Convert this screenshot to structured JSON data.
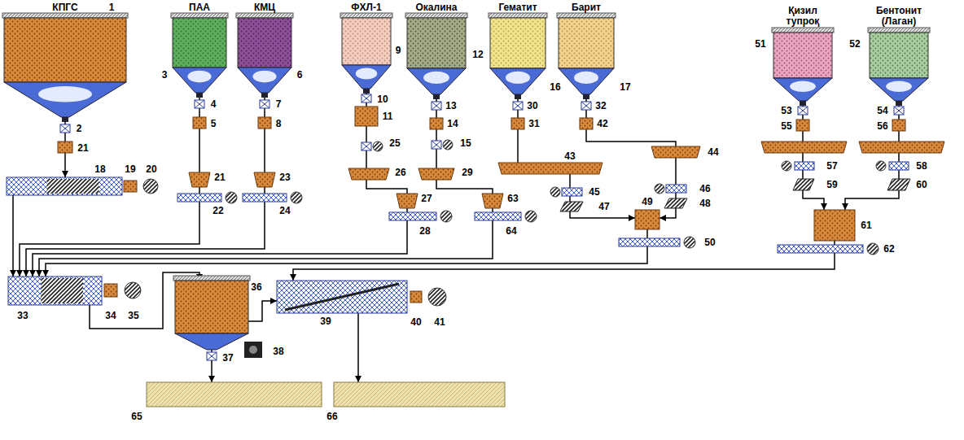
{
  "diagram": {
    "nodes": [
      {
        "text": [
          "КПГС",
          "1"
        ]
      },
      {
        "text": [
          "ПАА",
          "3"
        ]
      },
      {
        "text": [
          "КМЦ",
          "6"
        ]
      },
      {
        "text": [
          "ФХЛ-1",
          "9"
        ]
      },
      {
        "text": [
          "Окалина",
          "12"
        ]
      },
      {
        "text": [
          "Гематит",
          "16"
        ]
      },
      {
        "text": [
          "Барит",
          "17"
        ]
      },
      {
        "text": [
          "Қизил тупроқ",
          "51"
        ]
      },
      {
        "text": [
          "Бентонит (Лаган)",
          "52"
        ]
      },
      {
        "text": [
          "18"
        ]
      },
      {
        "text": [
          "33"
        ]
      },
      {
        "text": [
          "36"
        ]
      },
      {
        "text": [
          "39"
        ]
      },
      {
        "text": [
          "65"
        ]
      },
      {
        "text": [
          "66"
        ]
      },
      {
        "text": [
          "49"
        ]
      },
      {
        "text": [
          "61"
        ]
      }
    ],
    "edges": [
      {
        "from": 0,
        "to": 9,
        "arrow": "to"
      },
      {
        "from": 9,
        "to": 10,
        "arrow": "to"
      },
      {
        "from": 1,
        "to": 10,
        "arrow": "to"
      },
      {
        "from": 2,
        "to": 10,
        "arrow": "to"
      },
      {
        "from": 3,
        "to": 10,
        "arrow": "to"
      },
      {
        "from": 4,
        "to": 10,
        "arrow": "to"
      },
      {
        "from": 5,
        "to": 15,
        "arrow": "to"
      },
      {
        "from": 6,
        "to": 15,
        "arrow": "to"
      },
      {
        "from": 15,
        "to": 10,
        "arrow": "to"
      },
      {
        "from": 7,
        "to": 16,
        "arrow": "to"
      },
      {
        "from": 8,
        "to": 16,
        "arrow": "to"
      },
      {
        "from": 16,
        "to": 12,
        "arrow": "to"
      },
      {
        "from": 10,
        "to": 11,
        "arrow": "to"
      },
      {
        "from": 11,
        "to": 13,
        "arrow": "to"
      },
      {
        "from": 12,
        "to": 14,
        "arrow": "to"
      },
      {
        "from": 11,
        "to": 12,
        "arrow": "to"
      }
    ],
    "labels": [
      "2",
      "21",
      "4",
      "5",
      "21",
      "22",
      "7",
      "8",
      "23",
      "24",
      "10",
      "11",
      "25",
      "26",
      "27",
      "28",
      "13",
      "14",
      "15",
      "29",
      "63",
      "64",
      "30",
      "31",
      "43",
      "45",
      "47",
      "32",
      "42",
      "44",
      "46",
      "48",
      "50",
      "53",
      "55",
      "57",
      "59",
      "54",
      "56",
      "58",
      "60",
      "62",
      "19",
      "20",
      "34",
      "35",
      "37",
      "38",
      "40",
      "41"
    ]
  }
}
